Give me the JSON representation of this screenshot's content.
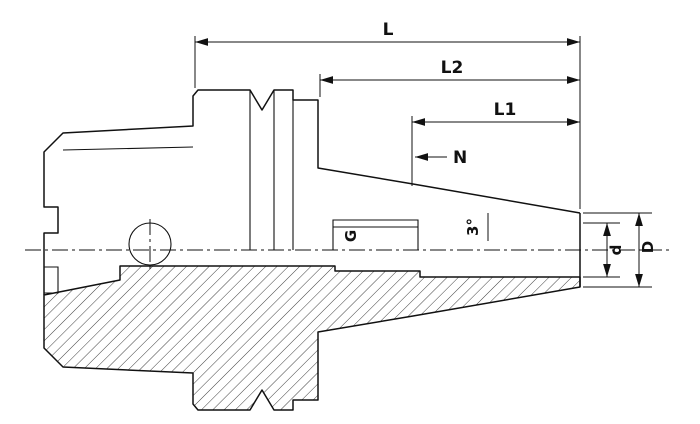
{
  "labels": {
    "dim_l": "L",
    "dim_l2": "L2",
    "dim_l1": "L1",
    "dim_n": "N",
    "thread_g": "G",
    "taper_angle": "3°",
    "dia_small": "d",
    "dia_large": "D"
  },
  "colors": {
    "line": "#111111",
    "background": "#ffffff"
  }
}
